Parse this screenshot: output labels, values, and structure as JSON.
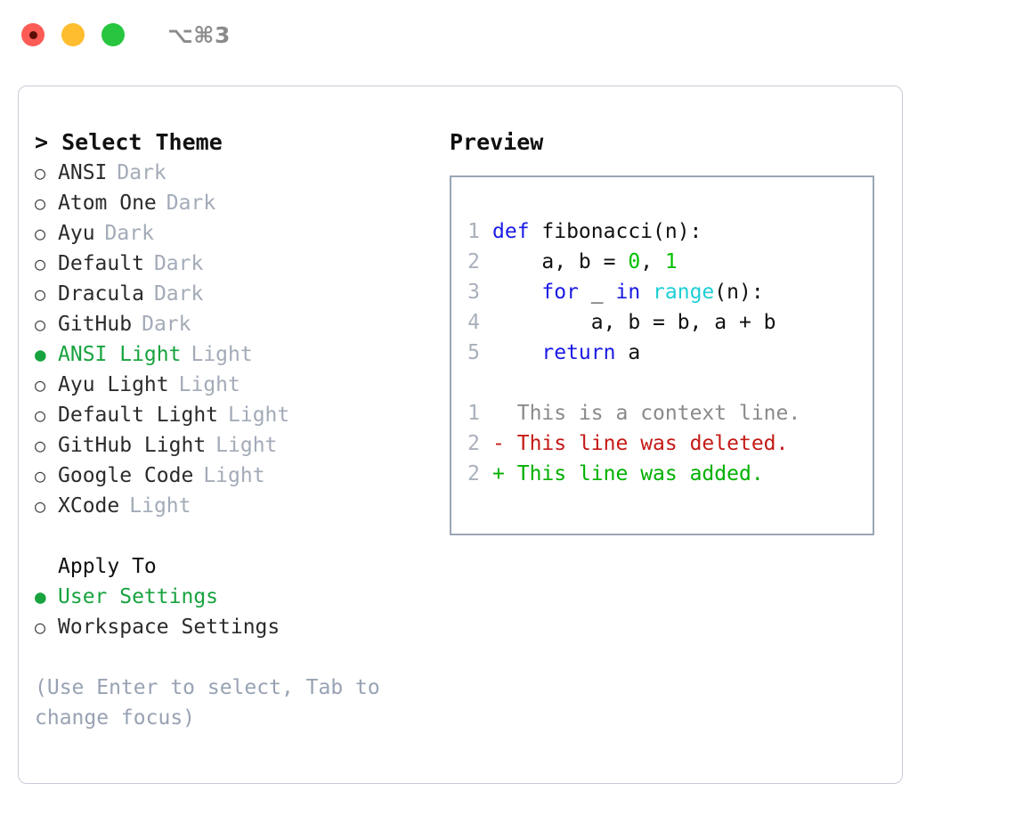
{
  "titlebar": {
    "shortcut": "⌥⌘3",
    "lights": [
      {
        "name": "close",
        "color": "#fc5b56"
      },
      {
        "name": "minimize",
        "color": "#fdbd2e"
      },
      {
        "name": "maximize",
        "color": "#27c63e"
      }
    ]
  },
  "theme_picker": {
    "prompt": ">",
    "title": "Select Theme",
    "selected_marker": "●",
    "unselected_marker": "○",
    "items": [
      {
        "label": "ANSI",
        "tag": "Dark",
        "selected": false
      },
      {
        "label": "Atom One",
        "tag": "Dark",
        "selected": false
      },
      {
        "label": "Ayu",
        "tag": "Dark",
        "selected": false
      },
      {
        "label": "Default",
        "tag": "Dark",
        "selected": false
      },
      {
        "label": "Dracula",
        "tag": "Dark",
        "selected": false
      },
      {
        "label": "GitHub",
        "tag": "Dark",
        "selected": false
      },
      {
        "label": "ANSI Light",
        "tag": "Light",
        "selected": true
      },
      {
        "label": "Ayu Light",
        "tag": "Light",
        "selected": false
      },
      {
        "label": "Default Light",
        "tag": "Light",
        "selected": false
      },
      {
        "label": "GitHub Light",
        "tag": "Light",
        "selected": false
      },
      {
        "label": "Google Code",
        "tag": "Light",
        "selected": false
      },
      {
        "label": "XCode",
        "tag": "Light",
        "selected": false
      }
    ]
  },
  "apply_to": {
    "title": "Apply To",
    "items": [
      {
        "label": "User Settings",
        "selected": true
      },
      {
        "label": "Workspace Settings",
        "selected": false
      }
    ]
  },
  "hint": "(Use Enter to select, Tab to change focus)",
  "preview": {
    "title": "Preview",
    "code_lines": [
      {
        "lineno": "1",
        "tokens": [
          {
            "text": "def ",
            "type": "kw"
          },
          {
            "text": "fibonacci(n):",
            "type": "plain"
          }
        ]
      },
      {
        "lineno": "2",
        "tokens": [
          {
            "text": "    a, b = ",
            "type": "plain"
          },
          {
            "text": "0",
            "type": "num"
          },
          {
            "text": ", ",
            "type": "plain"
          },
          {
            "text": "1",
            "type": "num"
          }
        ]
      },
      {
        "lineno": "3",
        "tokens": [
          {
            "text": "    ",
            "type": "plain"
          },
          {
            "text": "for",
            "type": "kw"
          },
          {
            "text": " _ ",
            "type": "plain"
          },
          {
            "text": "in",
            "type": "kw"
          },
          {
            "text": " ",
            "type": "plain"
          },
          {
            "text": "range",
            "type": "fn"
          },
          {
            "text": "(n):",
            "type": "plain"
          }
        ]
      },
      {
        "lineno": "4",
        "tokens": [
          {
            "text": "        a, b = b, a + b",
            "type": "plain"
          }
        ]
      },
      {
        "lineno": "5",
        "tokens": [
          {
            "text": "    ",
            "type": "plain"
          },
          {
            "text": "return",
            "type": "kw"
          },
          {
            "text": " a",
            "type": "plain"
          }
        ]
      }
    ],
    "diff_lines": [
      {
        "lineno": "1",
        "sign": " ",
        "text": "This is a context line.",
        "type": "ctx"
      },
      {
        "lineno": "2",
        "sign": "-",
        "text": "This line was deleted.",
        "type": "del"
      },
      {
        "lineno": "2",
        "sign": "+",
        "text": "This line was added.",
        "type": "add"
      }
    ]
  },
  "colors": {
    "accent_green": "#18a33f",
    "keyword_blue": "#1a1ae6",
    "function_cyan": "#1ccfd5",
    "number_green": "#00c000",
    "diff_delete_red": "#c41a16",
    "diff_add_green": "#00b000",
    "muted_gray": "#a3abb8"
  }
}
